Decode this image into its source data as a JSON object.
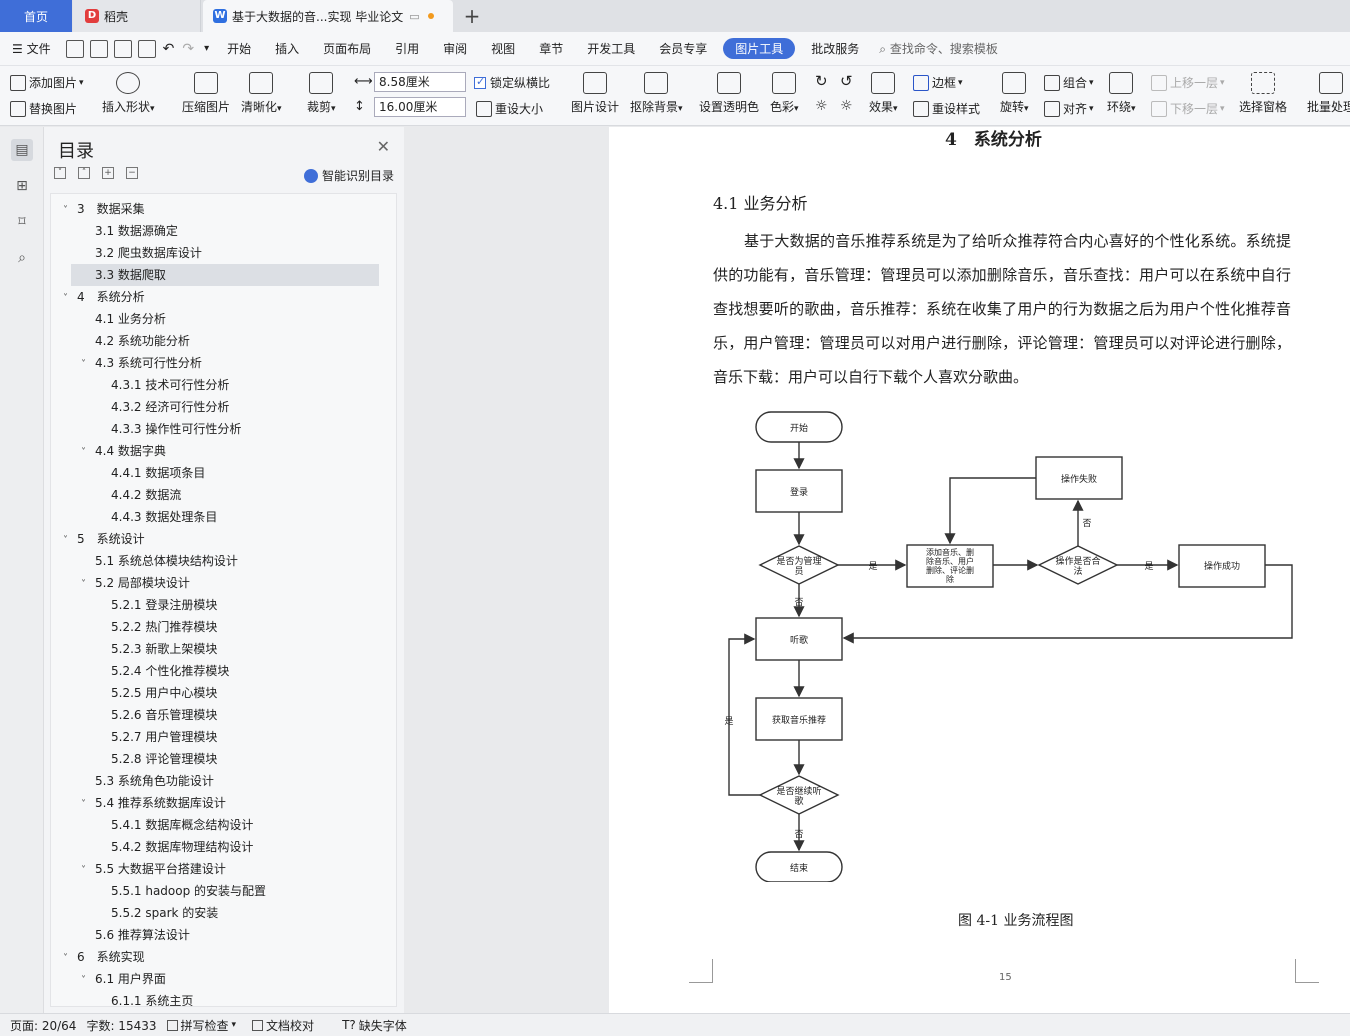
{
  "tabs": {
    "home": "首页",
    "daoke": "稻壳",
    "doc": "基于大数据的音...实现 毕业论文"
  },
  "menu": {
    "file": "文件",
    "items": [
      "开始",
      "插入",
      "页面布局",
      "引用",
      "审阅",
      "视图",
      "章节",
      "开发工具",
      "会员专享"
    ],
    "active": "图片工具",
    "after": "批改服务",
    "search": "查找命令、搜索模板"
  },
  "ribbon": {
    "add_image": "添加图片",
    "replace_image": "替换图片",
    "insert_shape": "插入形状",
    "compress": "压缩图片",
    "sharpen": "清晰化",
    "crop": "裁剪",
    "width": "8.58厘米",
    "height": "16.00厘米",
    "lock_ratio": "锁定纵横比",
    "reset_size": "重设大小",
    "image_design": "图片设计",
    "remove_bg": "抠除背景",
    "set_transparent": "设置透明色",
    "color": "色彩",
    "effect": "效果",
    "border": "边框",
    "reset_style": "重设样式",
    "rotate": "旋转",
    "group": "组合",
    "align": "对齐",
    "wrap": "环绕",
    "bring_forward": "上移一层",
    "send_backward": "下移一层",
    "selection_pane": "选择窗格",
    "batch": "批量处理"
  },
  "toc": {
    "title": "目录",
    "smart": "智能识别目录",
    "items": [
      {
        "text": "3　数据采集",
        "level": 0,
        "arrow": true
      },
      {
        "text": "3.1  数据源确定",
        "level": 1
      },
      {
        "text": "3.2  爬虫数据库设计",
        "level": 1
      },
      {
        "text": "3.3  数据爬取",
        "level": 1,
        "selected": true
      },
      {
        "text": "4　系统分析",
        "level": 0,
        "arrow": true
      },
      {
        "text": "4.1  业务分析",
        "level": 1
      },
      {
        "text": "4.2  系统功能分析",
        "level": 1
      },
      {
        "text": "4.3  系统可行性分析",
        "level": 1,
        "arrow": true
      },
      {
        "text": "4.3.1  技术可行性分析",
        "level": 2
      },
      {
        "text": "4.3.2  经济可行性分析",
        "level": 2
      },
      {
        "text": "4.3.3  操作性可行性分析",
        "level": 2
      },
      {
        "text": "4.4  数据字典",
        "level": 1,
        "arrow": true
      },
      {
        "text": "4.4.1  数据项条目",
        "level": 2
      },
      {
        "text": "4.4.2  数据流",
        "level": 2
      },
      {
        "text": "4.4.3  数据处理条目",
        "level": 2
      },
      {
        "text": "5　系统设计",
        "level": 0,
        "arrow": true
      },
      {
        "text": "5.1  系统总体模块结构设计",
        "level": 1
      },
      {
        "text": "5.2  局部模块设计",
        "level": 1,
        "arrow": true
      },
      {
        "text": "5.2.1  登录注册模块",
        "level": 2
      },
      {
        "text": "5.2.2  热门推荐模块",
        "level": 2
      },
      {
        "text": "5.2.3  新歌上架模块",
        "level": 2
      },
      {
        "text": "5.2.4  个性化推荐模块",
        "level": 2
      },
      {
        "text": "5.2.5  用户中心模块",
        "level": 2
      },
      {
        "text": "5.2.6  音乐管理模块",
        "level": 2
      },
      {
        "text": "5.2.7  用户管理模块",
        "level": 2
      },
      {
        "text": "5.2.8  评论管理模块",
        "level": 2
      },
      {
        "text": "5.3  系统角色功能设计",
        "level": 1
      },
      {
        "text": "5.4  推荐系统数据库设计",
        "level": 1,
        "arrow": true
      },
      {
        "text": "5.4.1  数据库概念结构设计",
        "level": 2
      },
      {
        "text": "5.4.2  数据库物理结构设计",
        "level": 2
      },
      {
        "text": "5.5  大数据平台搭建设计",
        "level": 1,
        "arrow": true
      },
      {
        "text": "5.5.1 hadoop 的安装与配置",
        "level": 2
      },
      {
        "text": "5.5.2 spark 的安装",
        "level": 2
      },
      {
        "text": "5.6  推荐算法设计",
        "level": 1
      },
      {
        "text": "6　系统实现",
        "level": 0,
        "arrow": true
      },
      {
        "text": "6.1  用户界面",
        "level": 1,
        "arrow": true
      },
      {
        "text": "6.1.1  系统主页",
        "level": 2
      }
    ]
  },
  "doc": {
    "chapter": "4　系统分析",
    "section": "4.1  业务分析",
    "paragraph": "基于大数据的音乐推荐系统是为了给听众推荐符合内心喜好的个性化系统。系统提供的功能有，音乐管理：管理员可以添加删除音乐，音乐查找：用户可以在系统中自行查找想要听的歌曲，音乐推荐：系统在收集了用户的行为数据之后为用户个性化推荐音乐，用户管理：管理员可以对用户进行删除，评论管理：管理员可以对评论进行删除，音乐下载：用户可以自行下载个人喜欢分歌曲。",
    "caption": "图 4-1  业务流程图",
    "page_number": "15",
    "flow": {
      "start": "开始",
      "login": "登录",
      "is_admin_l1": "是否为管理",
      "is_admin_l2": "员",
      "yes": "是",
      "no": "否",
      "manage_l1": "添加音乐、删",
      "manage_l2": "除音乐、用户",
      "manage_l3": "删除、评论删",
      "manage_l4": "除",
      "ok_l1": "操作是否合",
      "ok_l2": "法",
      "fail": "操作失败",
      "success": "操作成功",
      "listen": "听歌",
      "get_rec": "获取音乐推荐",
      "cont_l1": "是否继续听",
      "cont_l2": "歌",
      "end": "结束"
    }
  },
  "status": {
    "page": "页面: 20/64",
    "words": "字数: 15433",
    "spell": "拼写检查",
    "proof": "文档校对",
    "missing_font": "缺失字体"
  }
}
